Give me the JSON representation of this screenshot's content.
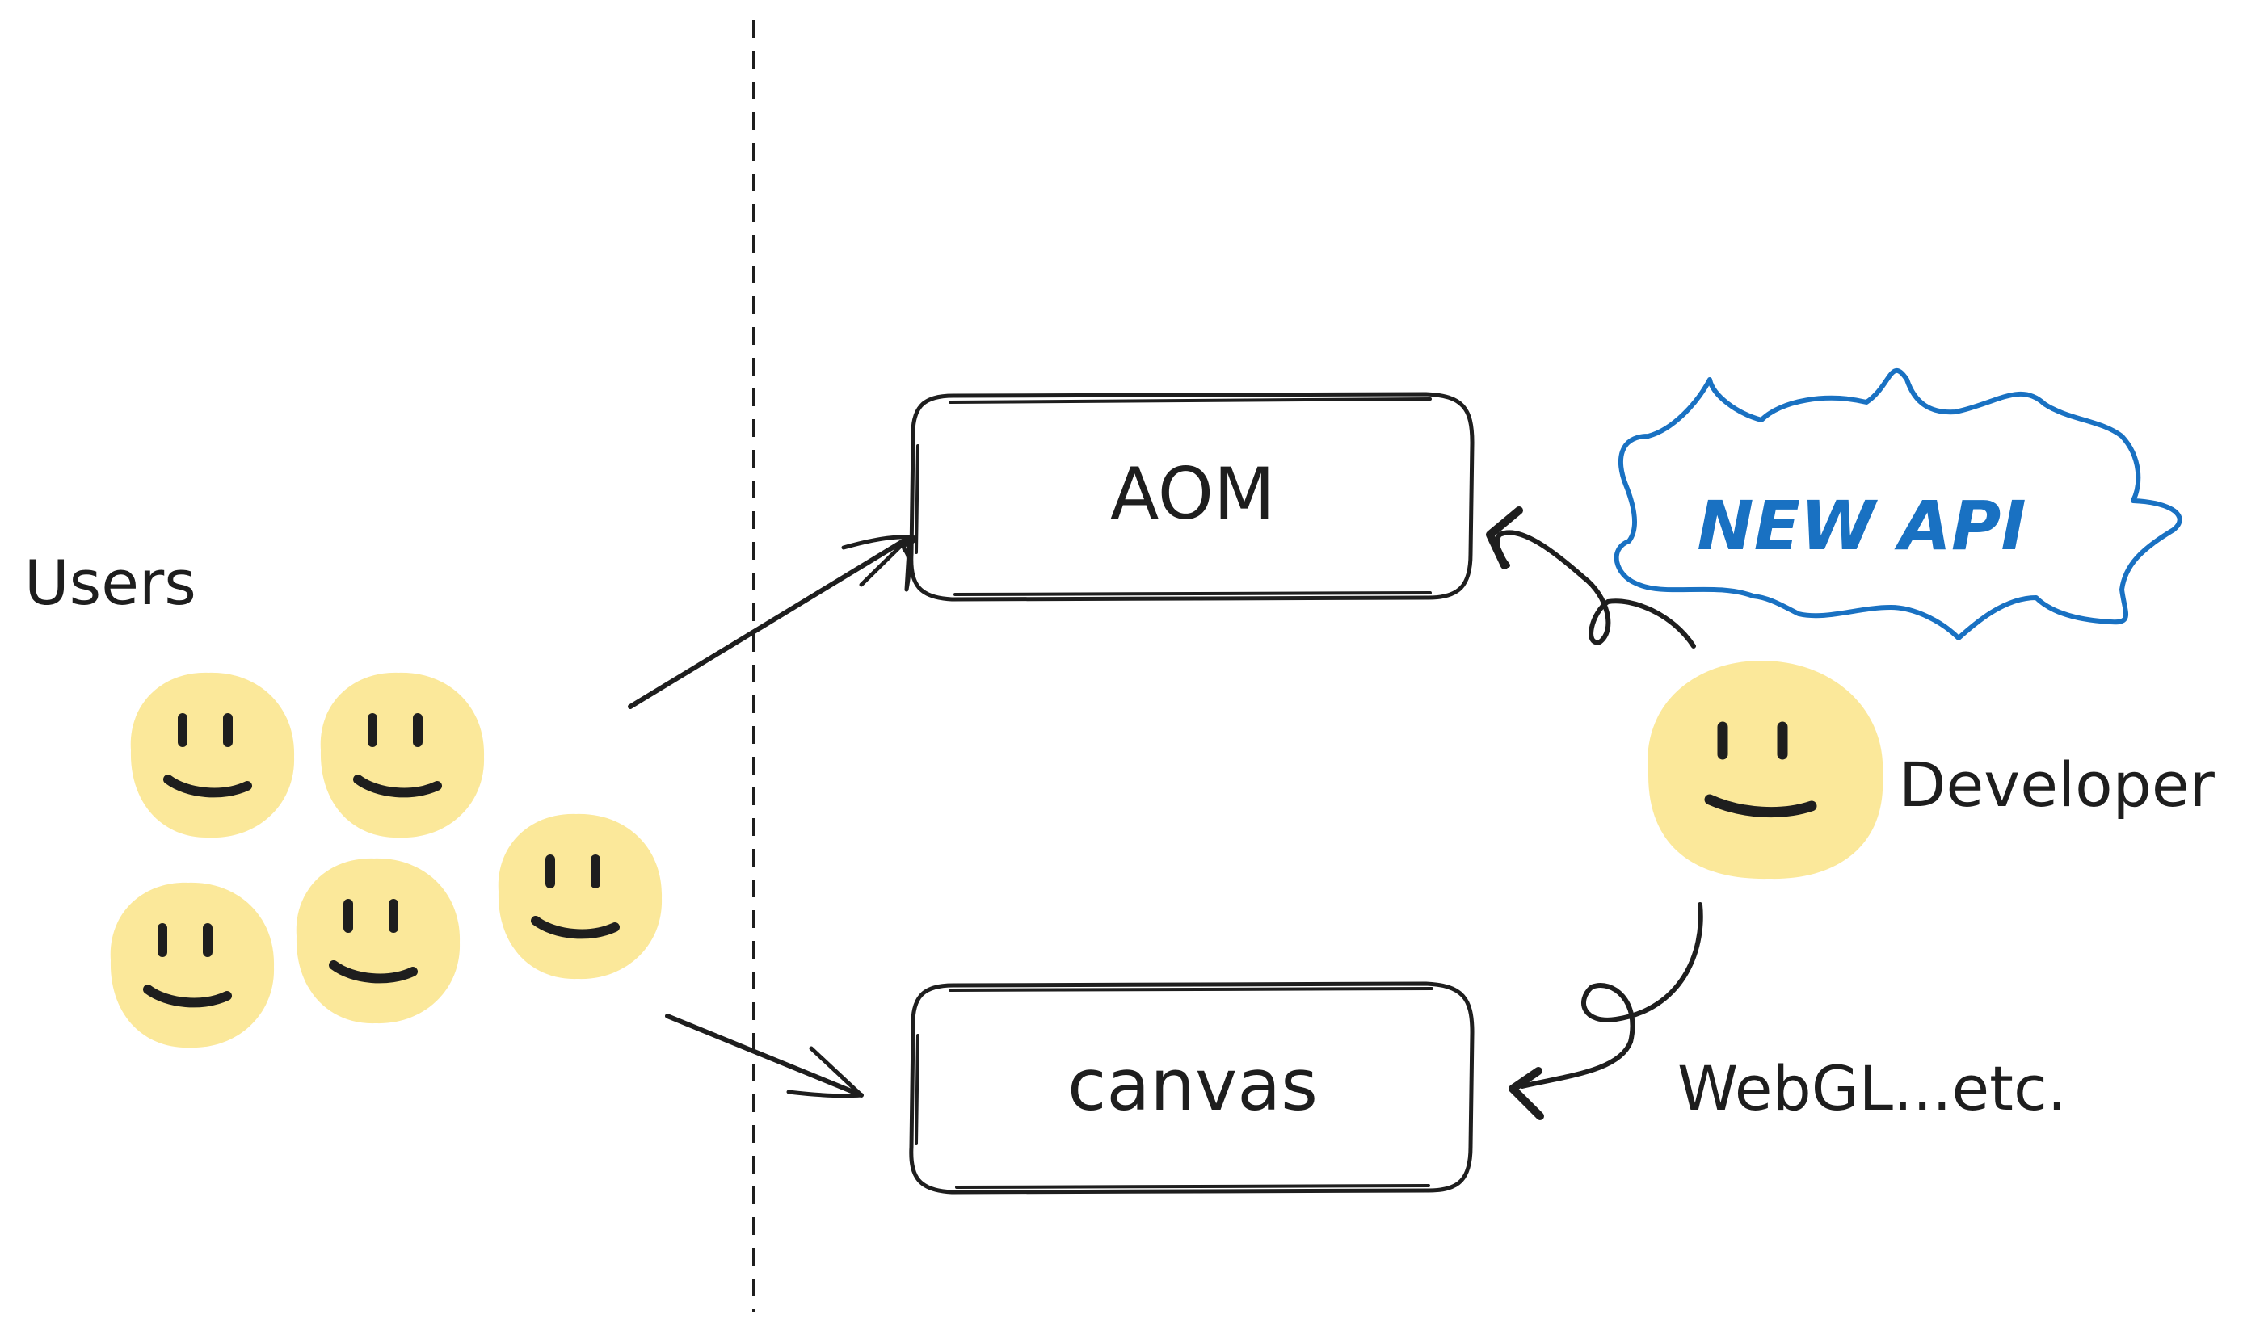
{
  "nodes": {
    "aom": {
      "label": "AOM"
    },
    "canvas": {
      "label": "canvas"
    }
  },
  "labels": {
    "users": "Users",
    "developer": "Developer",
    "webgl": "WebGL...etc."
  },
  "callout": {
    "text": "NEW API"
  },
  "colors": {
    "ink": "#1e1e1e",
    "face": "#fbe89a",
    "callout": "#1971c2"
  },
  "user_faces": 5,
  "icons": [
    "smiley-face-icon"
  ]
}
